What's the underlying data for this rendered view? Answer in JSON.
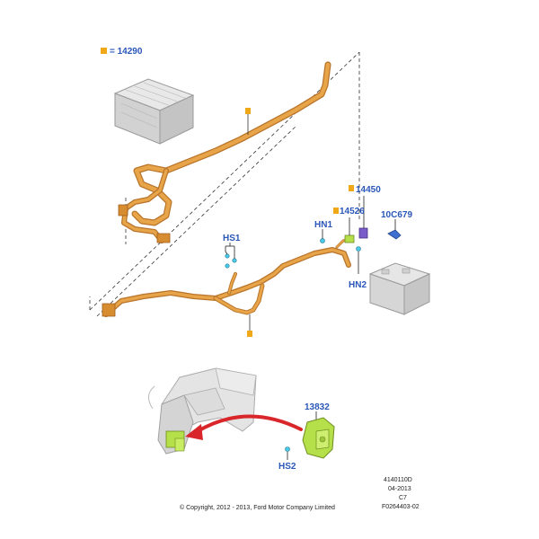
{
  "callouts": {
    "hv_module": "= 14290",
    "harness_upper_label": "",
    "part_14450": "14450",
    "part_14526": "14526",
    "part_10C679": "10C679",
    "hn1": "HN1",
    "hn2": "HN2",
    "hs1": "HS1",
    "part_13832": "13832",
    "hs2": "HS2"
  },
  "info_block": {
    "line1": "4140110D",
    "line2": "04-2013",
    "line3": "C7",
    "line4": "F0264403-02"
  },
  "copyright": "© Copyright, 2012 - 2013, Ford Motor Company Limited",
  "colors": {
    "callout_blue": "#2a57b8",
    "marker_orange": "#f0a818",
    "harness_orange": "#e49a3a",
    "clip_green": "#b6e04a",
    "arrow_red": "#d8262a",
    "fastener_cyan": "#4cc8e8"
  }
}
